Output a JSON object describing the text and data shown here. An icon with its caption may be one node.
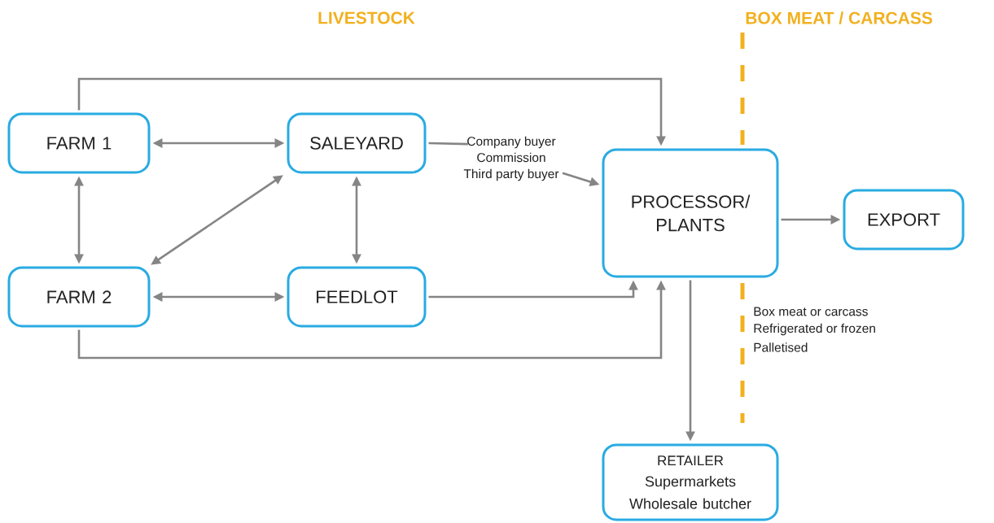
{
  "diagram": {
    "nodes": [
      {
        "text": [
          "FARM 1"
        ]
      },
      {
        "text": [
          "SALEYARD"
        ]
      },
      {
        "text": [
          "FARM 2"
        ]
      },
      {
        "text": [
          "FEEDLOT"
        ]
      },
      {
        "text": [
          "PROCESSOR/ PLANTS"
        ]
      },
      {
        "text": [
          "EXPORT"
        ]
      },
      {
        "text": [
          "RETAILER",
          "Supermarkets",
          "Wholesale butcher"
        ]
      },
      {
        "text": [
          "Company buyer",
          "Commission",
          "Third party buyer"
        ]
      }
    ],
    "edges": [
      {
        "from": 0,
        "to": 1,
        "arrow": "both"
      },
      {
        "from": 0,
        "to": 2,
        "arrow": "both"
      },
      {
        "from": 1,
        "to": 2,
        "arrow": "both"
      },
      {
        "from": 1,
        "to": 3,
        "arrow": "both"
      },
      {
        "from": 2,
        "to": 3,
        "arrow": "both"
      },
      {
        "from": 0,
        "to": 4,
        "arrow": "to"
      },
      {
        "from": 1,
        "to": 7,
        "arrow": "none"
      },
      {
        "from": 7,
        "to": 4,
        "arrow": "to"
      },
      {
        "from": 3,
        "to": 4,
        "arrow": "to"
      },
      {
        "from": 2,
        "to": 4,
        "arrow": "to"
      },
      {
        "from": 4,
        "to": 5,
        "arrow": "to"
      },
      {
        "from": 4,
        "to": 6,
        "arrow": "to"
      }
    ],
    "labels": [
      "LIVESTOCK",
      "BOX MEAT / CARCASS",
      "Box meat or carcass",
      "Refrigerated or frozen",
      "Palletised"
    ]
  }
}
